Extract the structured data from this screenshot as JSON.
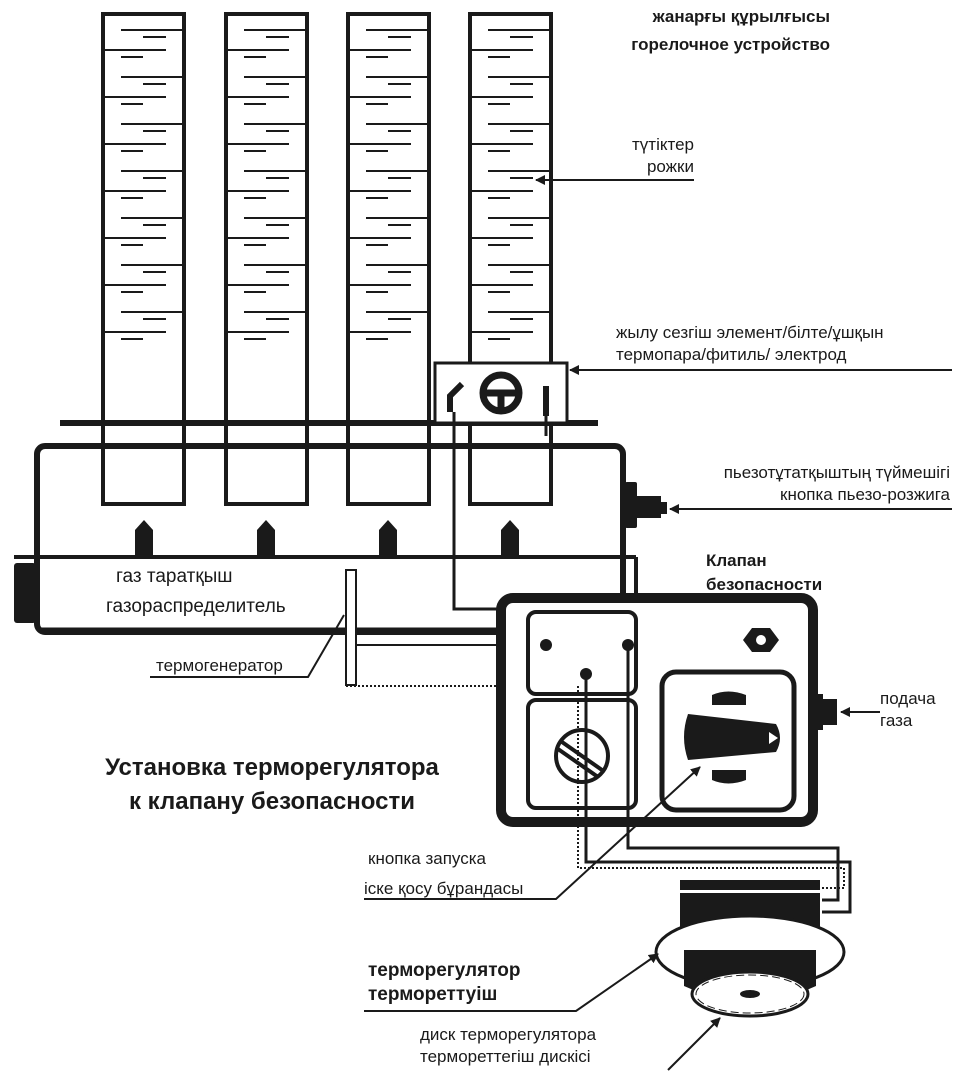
{
  "labels": {
    "burner_kk": "жанарғы құрылғысы",
    "burner_ru": "горелочное устройство",
    "tubes_kk": "түтіктер",
    "tubes_ru": "рожки",
    "sensor_kk": "жылу сезгіш элемент/білте/ұшқын",
    "sensor_ru": "термопара/фитиль/ электрод",
    "piezo_kk": "пьезотұтатқыштың түймешігі",
    "piezo_ru": "кнопка пьезо-розжига",
    "valve_1": "Клапан",
    "valve_2": "безопасности",
    "distributor_kk": "газ таратқыш",
    "distributor_ru": "газораспределитель",
    "thermogenerator": "термогенератор",
    "gas_1": "подача",
    "gas_2": "газа",
    "title_1": "Установка терморегулятора",
    "title_2": "к клапану безопасности",
    "start_ru": "кнопка запуска",
    "start_kk": "іске қосу бұрандасы",
    "regulator_ru": "терморегулятор",
    "regulator_kk": "термореттуіш",
    "disk_ru": "диск терморегулятора",
    "disk_kk": "термореттегіш дискісі"
  },
  "colors": {
    "stroke": "#1a1a1a",
    "background": "#ffffff"
  }
}
